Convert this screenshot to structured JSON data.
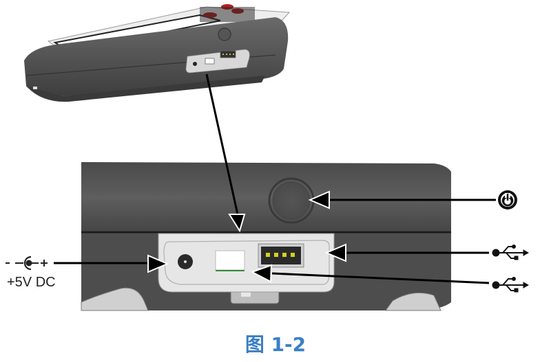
{
  "figure": {
    "caption": "图 1-2",
    "caption_color": "#3a7fc4"
  },
  "labels": {
    "power_input": "+5V DC",
    "power_polarity_minus": "-",
    "power_polarity_plus": "+"
  },
  "callouts": [
    {
      "name": "power-button",
      "icon": "power-icon"
    },
    {
      "name": "usb-host-port",
      "icon": "usb-icon"
    },
    {
      "name": "usb-device-port",
      "icon": "usb-icon"
    },
    {
      "name": "dc-power-jack",
      "icon": "dc-polarity-icon",
      "label": "+5V DC"
    }
  ],
  "colors": {
    "device_body": "#5a5a5a",
    "port_panel": "#e8e8e8",
    "usb_pins": "#c8c020"
  }
}
